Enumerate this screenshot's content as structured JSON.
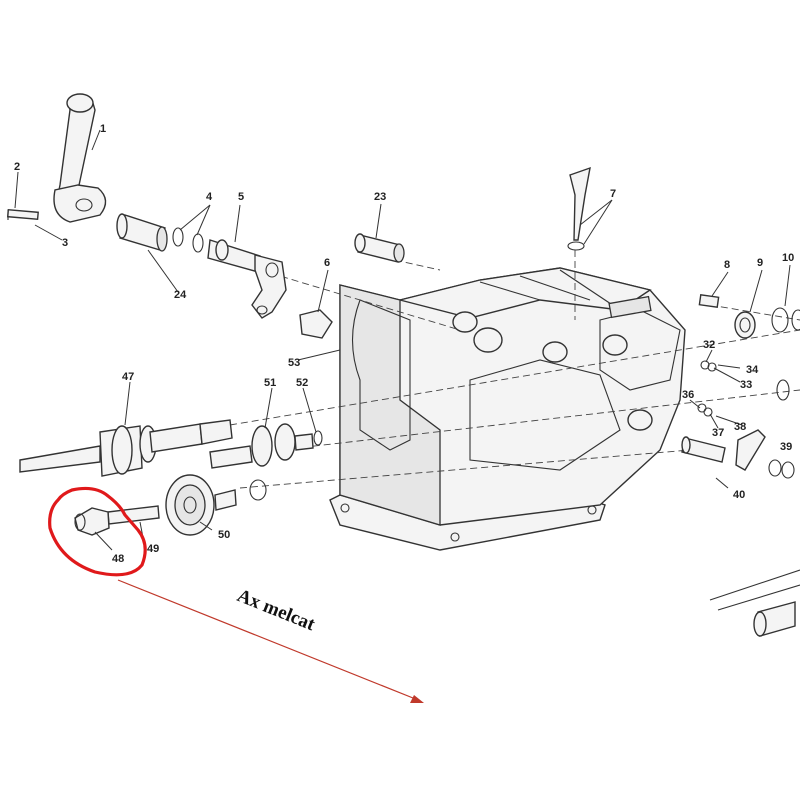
{
  "part_labels": {
    "p1": "1",
    "p2": "2",
    "p3": "3",
    "p4": "4",
    "p5": "5",
    "p6": "6",
    "p7": "7",
    "p8": "8",
    "p9": "9",
    "p10": "10",
    "p23": "23",
    "p24": "24",
    "p32": "32",
    "p33": "33",
    "p34": "34",
    "p36": "36",
    "p37": "37",
    "p38": "38",
    "p39": "39",
    "p40": "40",
    "p47": "47",
    "p48": "48",
    "p49": "49",
    "p50": "50",
    "p51": "51",
    "p52": "52",
    "p53": "53"
  },
  "annotation": {
    "text": "Ax melcat",
    "arrow_color": "#c0392b",
    "highlight_color": "#e0191b"
  }
}
